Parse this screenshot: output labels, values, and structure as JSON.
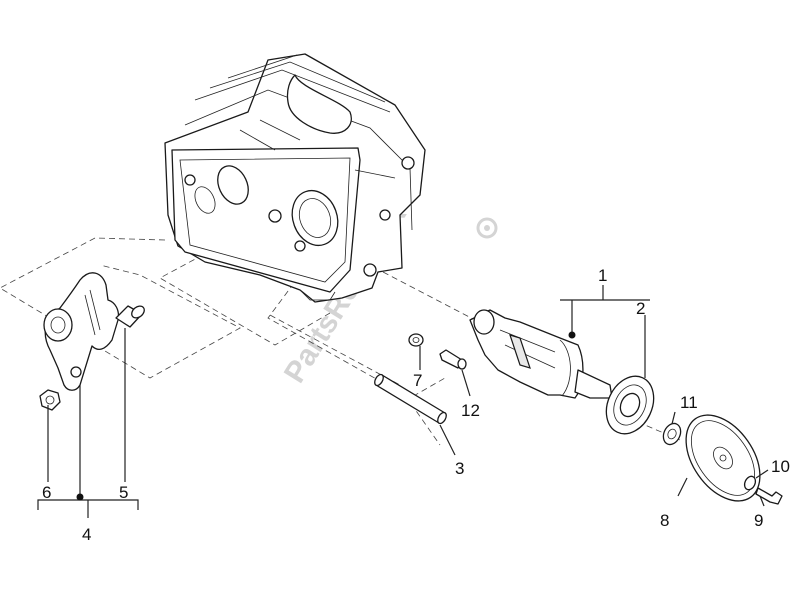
{
  "watermark": "PartsRepublik",
  "labels": {
    "l1": "1",
    "l2": "2",
    "l3": "3",
    "l4": "4",
    "l5": "5",
    "l6": "6",
    "l7": "7",
    "l8": "8",
    "l9": "9",
    "l10": "10",
    "l11": "11",
    "l12": "12"
  },
  "colors": {
    "line": "#222222",
    "watermark": "#d4d4d4",
    "background": "#ffffff"
  }
}
